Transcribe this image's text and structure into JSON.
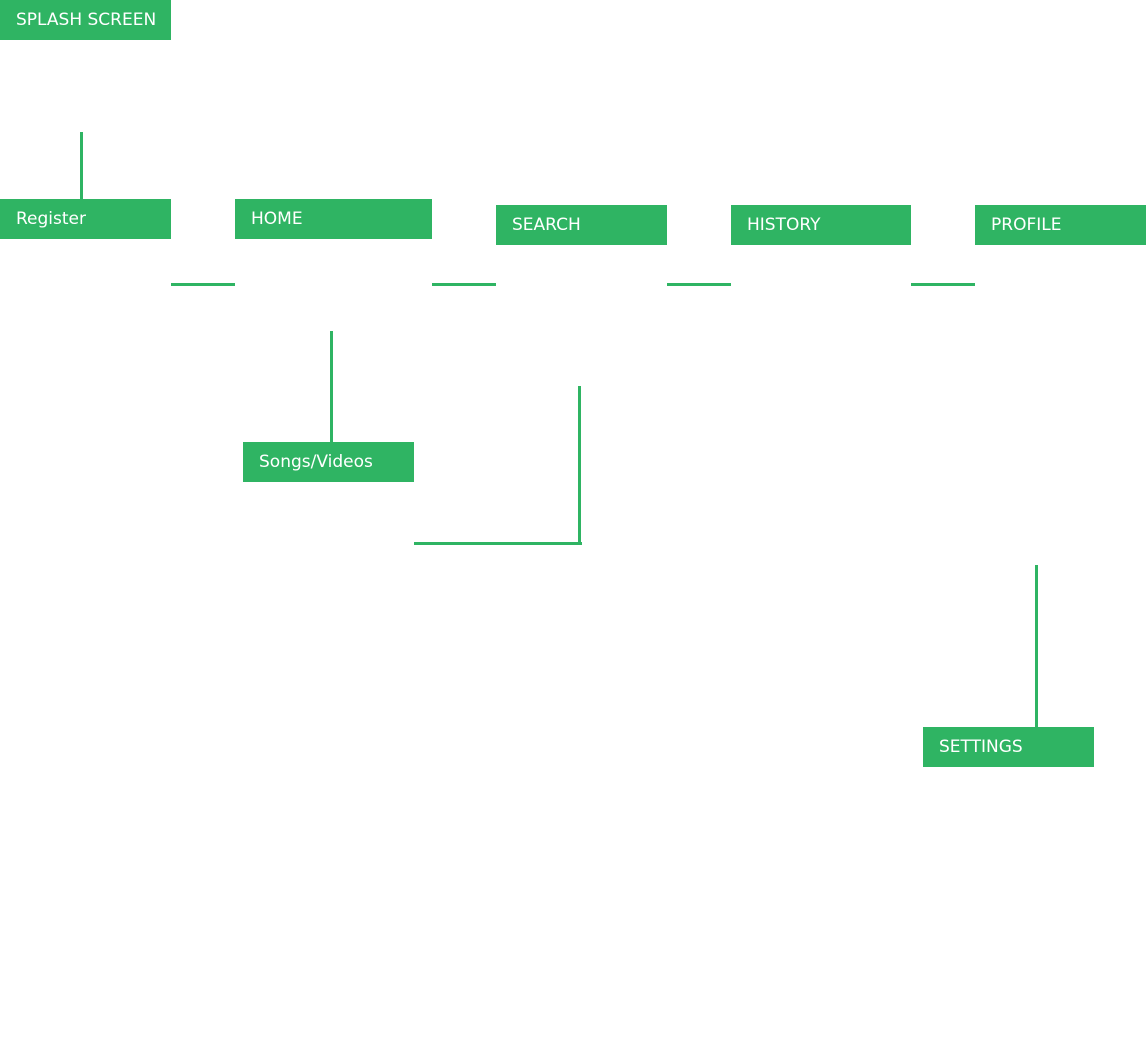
{
  "colors": {
    "node_fill": "#2fb463",
    "node_text": "#ffffff",
    "connector": "#2fb463",
    "background": "#ffffff"
  },
  "nodes": {
    "splash": "SPLASH SCREEN",
    "register": "Register",
    "home": "HOME",
    "search": "SEARCH",
    "history": "HISTORY",
    "profile": "PROFILE",
    "songs_videos": "Songs/Videos",
    "settings": "SETTINGS"
  }
}
